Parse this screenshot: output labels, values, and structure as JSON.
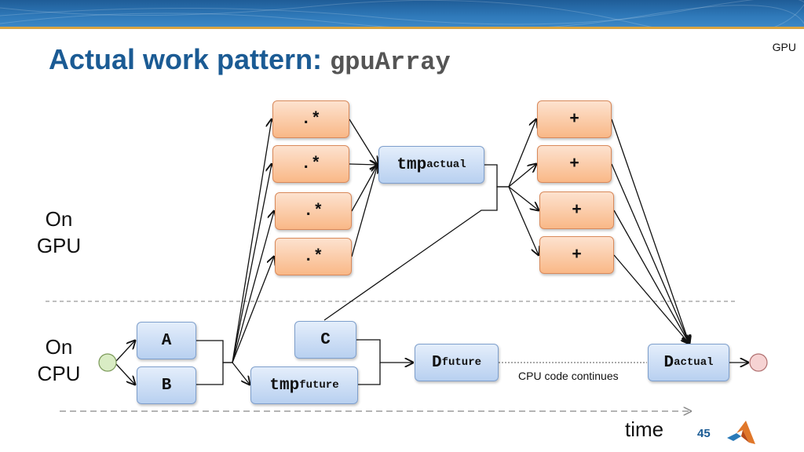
{
  "slide": {
    "title": "Actual work pattern: ",
    "title_code": "gpuArray",
    "corner_tag": "GPU",
    "page_number": "45"
  },
  "regions": {
    "gpu_label": [
      "On",
      "GPU"
    ],
    "cpu_label": [
      "On",
      "CPU"
    ]
  },
  "nodes": {
    "mult_1": ".*",
    "mult_2": ".*",
    "mult_3": ".*",
    "mult_4": ".*",
    "tmp_actual": {
      "base": "tmp",
      "sub": "actual"
    },
    "plus_1": "+",
    "plus_2": "+",
    "plus_3": "+",
    "plus_4": "+",
    "a": "A",
    "b": "B",
    "c": "C",
    "tmp_future": {
      "base": "tmp",
      "sub": "future"
    },
    "d_future": {
      "base": "D",
      "sub": "future"
    },
    "d_actual": {
      "base": "D",
      "sub": "actual"
    }
  },
  "annotations": {
    "cpu_continues": "CPU code continues",
    "time_axis": "time"
  },
  "colors": {
    "title": "#1b5b94",
    "gpu_box": "#f9b887",
    "cpu_box": "#b8d0f0",
    "start_node": "#d9ecc4",
    "end_node": "#f6d3d3"
  }
}
